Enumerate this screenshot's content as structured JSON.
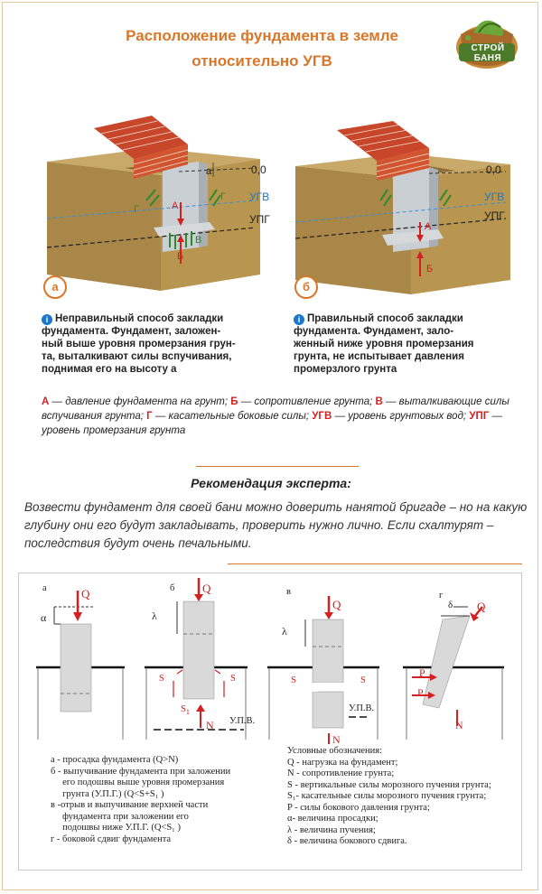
{
  "title": {
    "line1": "Расположение фундамента в земле",
    "line2": "относительно УГВ"
  },
  "logo": {
    "text": "СТРОЙ БАНЯ",
    "icon": "bathhouse-bucket-logo"
  },
  "colors": {
    "accent": "#d8772a",
    "red": "#d32020",
    "blue": "#1b77c9"
  },
  "figure_a": {
    "badge": "а",
    "level_00": "0,0",
    "ugv": "УГВ",
    "upg": "УПГ",
    "force_a": "А",
    "force_b": "Б",
    "force_v": "В",
    "force_g": "Г",
    "force_g2": "Г",
    "mark_a": "a",
    "caption_head": "Неправильный способ закладки",
    "caption_lines": [
      "фундамента. Фундамент, заложен-",
      "ный выше уровня промерзания грун-",
      "та, выталкивают силы вспучивания,",
      "поднимая его на высоту a"
    ]
  },
  "figure_b": {
    "badge": "б",
    "level_00": "0,0",
    "ugv": "УГВ",
    "upg": "УПГ",
    "force_a": "А",
    "force_b": "Б",
    "caption_head": "Правильный способ закладки",
    "caption_lines": [
      "фундамента. Фундамент, зало-",
      "женный ниже уровня промерзания",
      "грунта, не испытывает давления",
      "промерзлого грунта"
    ]
  },
  "legend": [
    {
      "key": "А",
      "text": " — давление фундамента на грунт; "
    },
    {
      "key": "Б",
      "text": " — сопротивление грунта; "
    },
    {
      "key": "В",
      "text": " — выталкивающие силы вспучивания грунта; "
    },
    {
      "key": "Г",
      "text": " — касательные боковые силы; "
    },
    {
      "key": "УГВ",
      "text": " — уровень грунтовых вод; "
    },
    {
      "key": "УПГ",
      "text": " — уровень промерзания грунта"
    }
  ],
  "expert": {
    "title": "Рекомендация эксперта:",
    "text": "Возвести фундамент для своей бани можно доверить нанятой бригаде – но на какую глубину они его будут закладывать, проверить нужно лично. Если схалтурят – последствия будут очень печальными."
  },
  "schemes": {
    "labels": {
      "a": "а",
      "b": "б",
      "v": "в",
      "g": "г"
    },
    "q": "Q",
    "n": "N",
    "p": "P",
    "s": "S",
    "s1": "S",
    "sub1": "1",
    "alpha": "α",
    "lambda": "λ",
    "delta": "δ",
    "upv": "У.П.В.",
    "notes_left": [
      "а - просадка фундамента (Q>N)",
      "б - выпучивание фундамента при заложении",
      "     его подошвы выше уровня промерзания",
      "     грунта (У.П.Г.) (Q<S+S₁ )",
      "в -отрыв и выпучивание верхней части",
      "     фундамента при заложении его",
      "     подошвы ниже У.П.Г. (Q<S₁ )",
      "г - боковой сдвиг фундамента"
    ],
    "notes_right_title": "Условные обозначения:",
    "notes_right": [
      "Q - нагрузка на фундамент;",
      "N - сопротивление грунта;",
      "S - вертикальные силы морозного пучения грунта;",
      "S₁- касательные силы морозного пучения грунта;",
      "P - силы бокового давления грунта;",
      "α- величина просадки;",
      "λ - величина пучения;",
      "δ - величина бокового сдвига."
    ]
  }
}
